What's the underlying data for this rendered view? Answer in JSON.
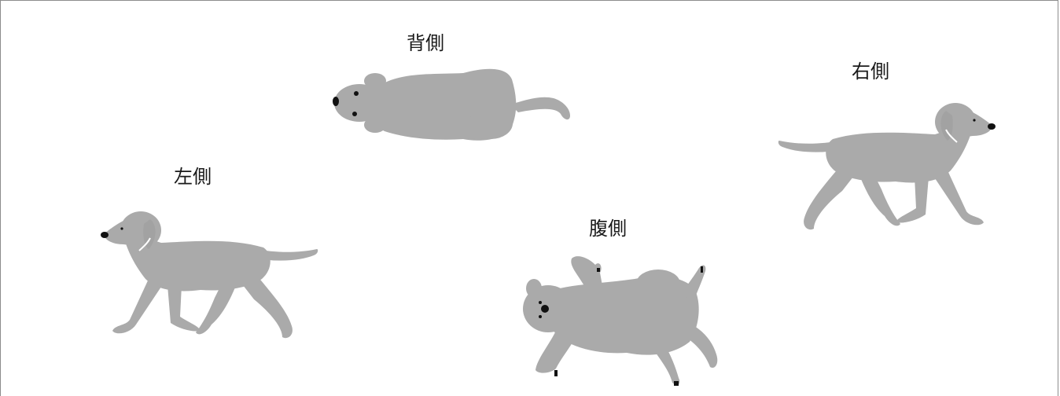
{
  "views": {
    "dorsal": {
      "label": "背側",
      "icon": "dog-top-view-icon"
    },
    "right": {
      "label": "右側",
      "icon": "dog-right-side-icon"
    },
    "left": {
      "label": "左側",
      "icon": "dog-left-side-icon"
    },
    "ventral": {
      "label": "腹側",
      "icon": "dog-belly-up-icon"
    }
  },
  "colors": {
    "dog_body": "#aaaaaa",
    "dog_detail": "#111111",
    "frame_border": "#8c8c8c",
    "label_text": "#1a1a1a"
  }
}
